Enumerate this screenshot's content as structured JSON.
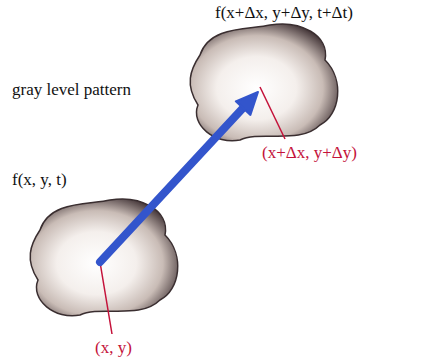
{
  "diagram": {
    "labels": [
      "f(x+Δx, y+Δy, t+Δt)",
      "gray level pattern",
      "f(x, y, t)",
      "(x+Δx, y+Δy)",
      "(x, y)"
    ]
  }
}
